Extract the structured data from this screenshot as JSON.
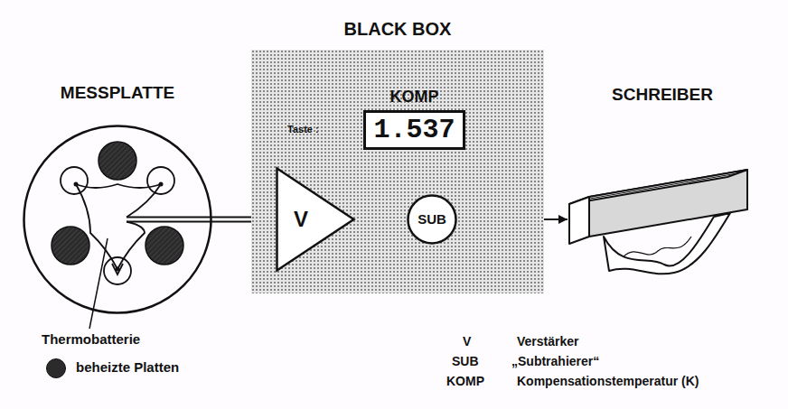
{
  "diagram": {
    "title": "BLACK BOX",
    "nodes": [
      {
        "text": [
          "BLACK BOX"
        ]
      },
      {
        "text": [
          "MESSPLATTE"
        ]
      },
      {
        "text": [
          "KOMP",
          "1.537"
        ],
        "in": 0
      },
      {
        "text": [
          "V"
        ],
        "in": 0
      },
      {
        "text": [
          "SUB"
        ],
        "in": 0
      },
      {
        "text": [
          "SCHREIBER"
        ]
      }
    ],
    "edges": [
      {
        "from": 1,
        "to": 3,
        "arrow": "none"
      },
      {
        "from": 3,
        "to": 4,
        "arrow": "to"
      },
      {
        "from": 3,
        "to": 2,
        "arrow": "to"
      },
      {
        "from": 2,
        "to": 4,
        "arrow": "to"
      },
      {
        "from": 4,
        "to": 5,
        "arrow": "to"
      }
    ],
    "labels": [
      "Taste :",
      "Thermobatterie",
      "V",
      "Verstärker",
      "SUB",
      "„Subtrahierer“",
      "KOMP",
      "Kompensationstemperatur (K)"
    ],
    "legend": [
      {
        "text": "beheizte Platten",
        "color": "#2b2b2b"
      }
    ]
  }
}
